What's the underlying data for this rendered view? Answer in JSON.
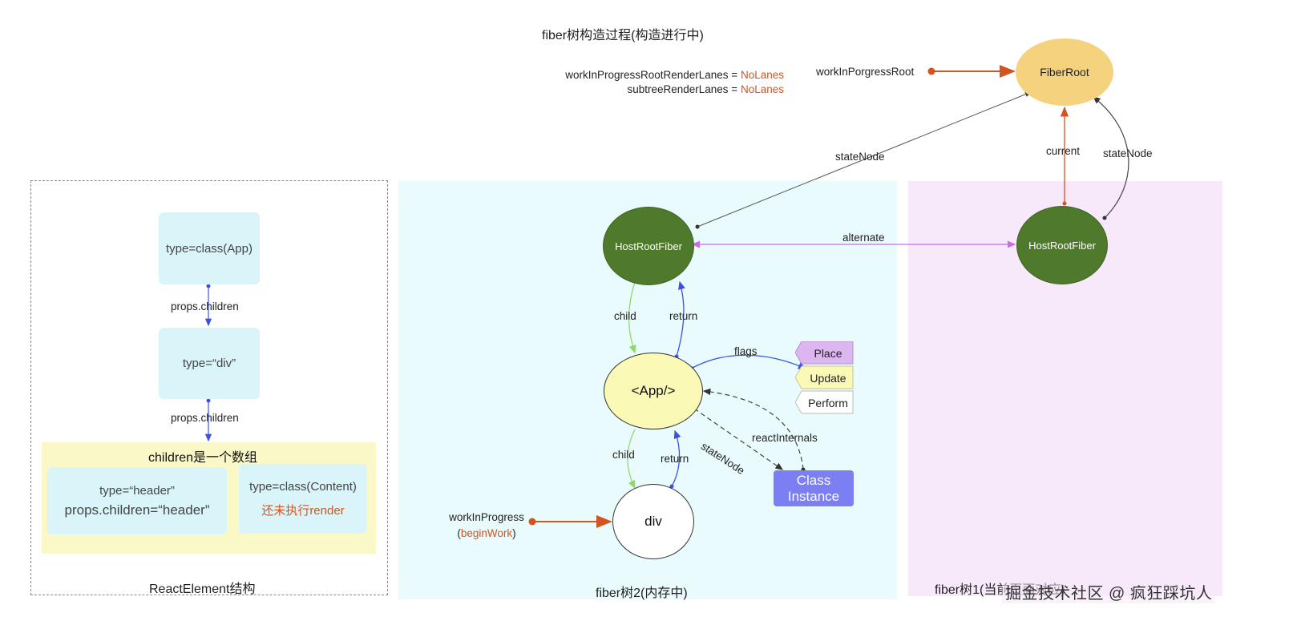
{
  "title": "fiber树构造过程(构造进行中)",
  "lanes": {
    "line1_label": "workInProgressRootRenderLanes = ",
    "line1_value": "NoLanes",
    "line2_label": "subtreeRenderLanes = ",
    "line2_value": "NoLanes"
  },
  "pointers": {
    "wip_root": "workInPorgressRoot",
    "wip_line1": "workInProgress",
    "wip_line2_open": "(",
    "wip_line2_value": "beginWork",
    "wip_line2_close": ")"
  },
  "nodes": {
    "fiber_root": "FiberRoot",
    "host_root_fiber_left": "HostRootFiber",
    "host_root_fiber_right": "HostRootFiber",
    "app": "<App/>",
    "div": "div",
    "class_instance_line1": "Class",
    "class_instance_line2": "Instance"
  },
  "flags": [
    "Place",
    "Update",
    "Perform"
  ],
  "edge_labels": {
    "state_node_top": "stateNode",
    "current": "current",
    "state_node_right": "stateNode",
    "alternate": "alternate",
    "child_1": "child",
    "return_1": "return",
    "flags": "flags",
    "state_node_app": "stateNode",
    "react_internals": "reactInternals",
    "child_2": "child",
    "return_2": "return"
  },
  "react_element": {
    "box_app": "type=class(App)",
    "edge1": "props.children",
    "box_div": "type=“div”",
    "edge2": "props.children",
    "children_title": "children是一个数组",
    "header_line1": "type=“header”",
    "header_line2": "props.children=“header”",
    "content_line1": "type=class(Content)",
    "content_line2": "还未执行render"
  },
  "region_labels": {
    "react_element": "ReactElement结构",
    "fiber2": "fiber树2(内存中)",
    "fiber1": "fiber树1(当前页面对应)"
  },
  "watermark": "掘金技术社区 @ 疯狂踩坑人",
  "colors": {
    "fiber2_bg": "#e9fbfc",
    "fiber1_bg": "#f7e8fa",
    "children_bg": "#fbf8c8",
    "accent_red": "#d2541f",
    "alternate_purple": "#c76cf0",
    "child_green": "#8fd86a",
    "return_blue": "#3b52e0",
    "host_fiber_green": "#4f7a2b",
    "fiber_root_yellow": "#f5d37e",
    "class_instance_blue": "#7c7ff2"
  }
}
